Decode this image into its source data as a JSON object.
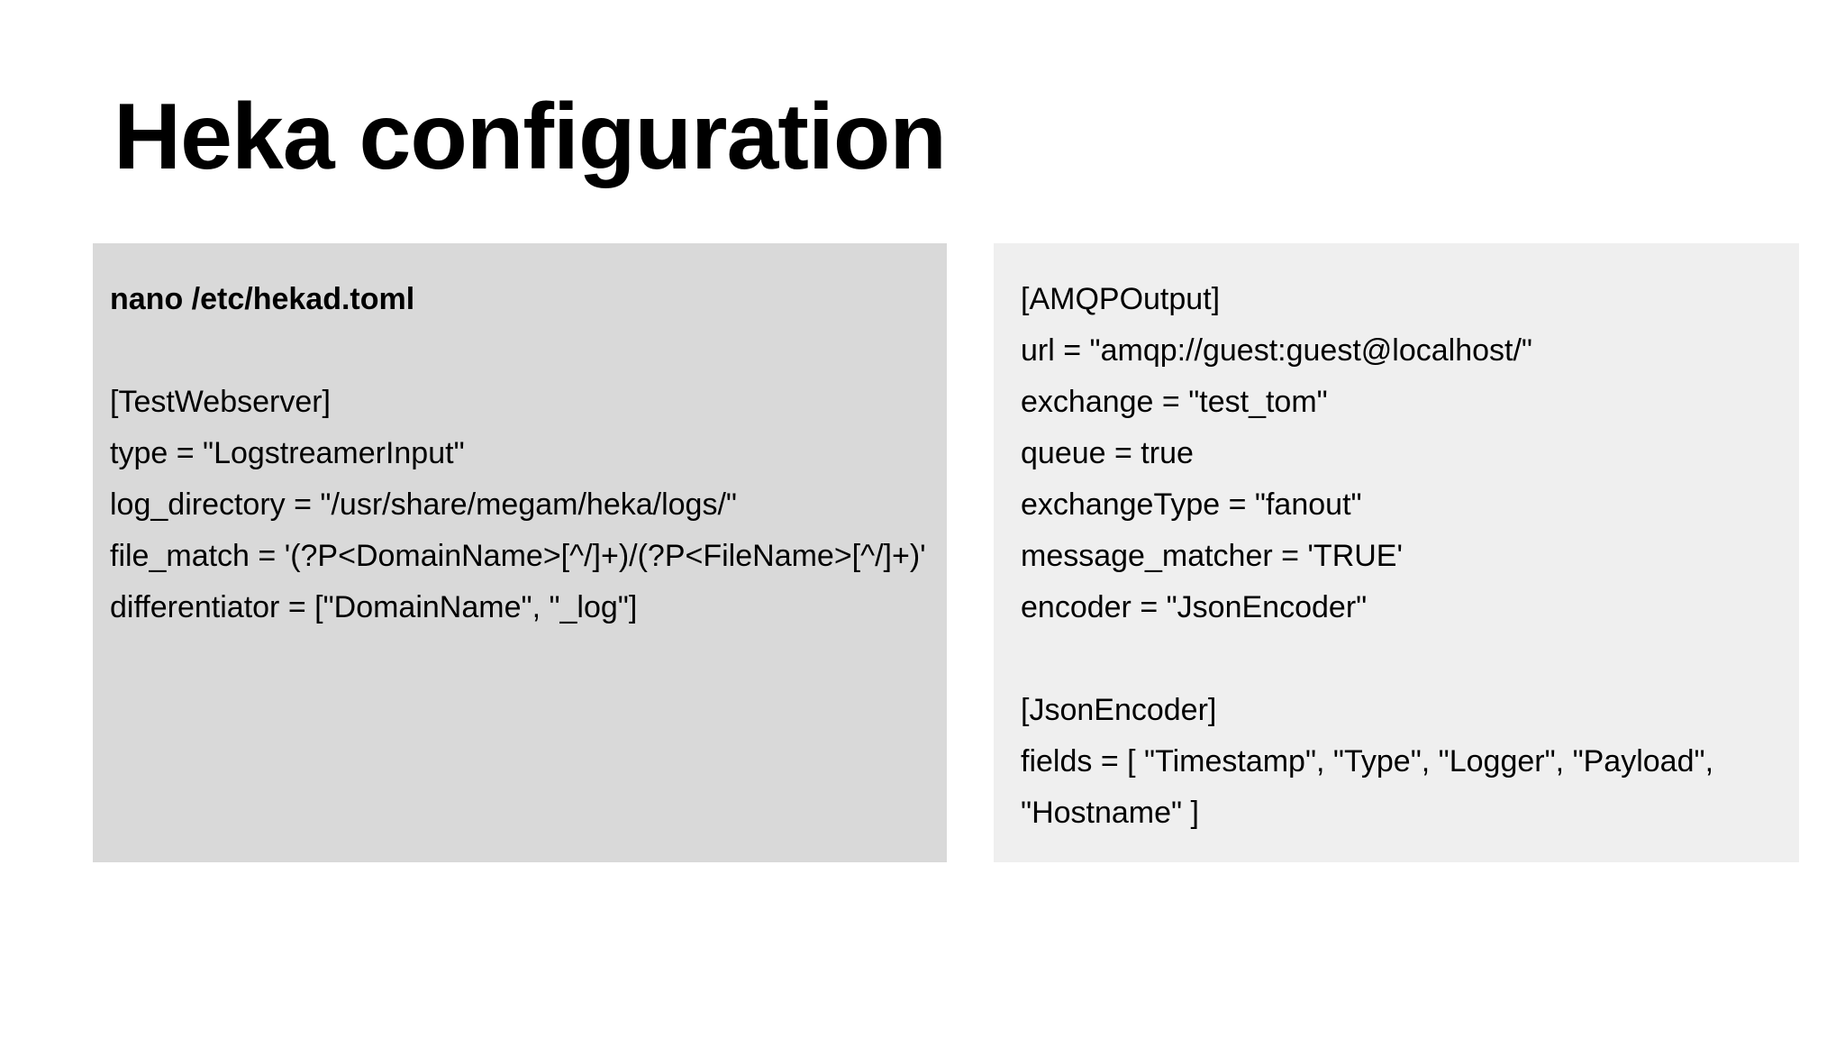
{
  "slide": {
    "title": "Heka configuration"
  },
  "left_panel": {
    "lines": [
      "nano /etc/hekad.toml",
      "",
      "[TestWebserver]",
      "type = \"LogstreamerInput\"",
      "log_directory = \"/usr/share/megam/heka/logs/\"",
      "file_match = '(?P<DomainName>[^/]+)/(?P<FileName>[^/]+)'",
      "differentiator = [\"DomainName\", \"_log\"]"
    ]
  },
  "right_panel": {
    "lines": [
      "[AMQPOutput]",
      "url = \"amqp://guest:guest@localhost/\"",
      "exchange = \"test_tom\"",
      "queue = true",
      "exchangeType = \"fanout\"",
      "message_matcher = 'TRUE'",
      "encoder = \"JsonEncoder\"",
      "",
      "[JsonEncoder]",
      "fields = [ \"Timestamp\", \"Type\", \"Logger\", \"Payload\",",
      "\"Hostname\" ]"
    ]
  },
  "colors": {
    "background": "#ffffff",
    "left_panel_bg": "#d9d9d9",
    "right_panel_bg": "#efefef",
    "text": "#000000"
  }
}
